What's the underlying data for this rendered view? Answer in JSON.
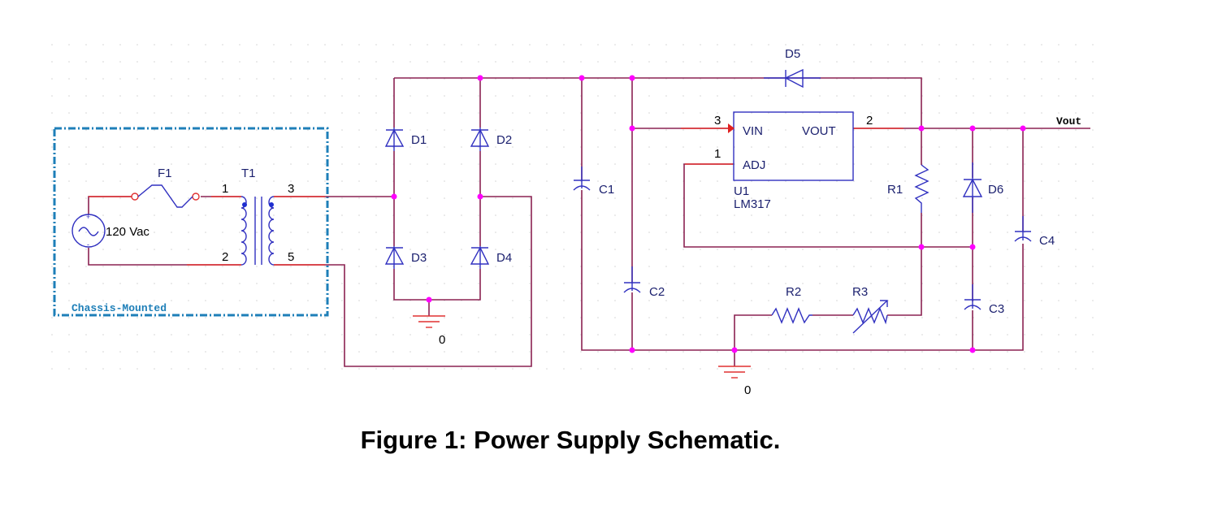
{
  "figure": {
    "caption": "Figure 1: Power Supply Schematic.",
    "colors": {
      "wire": "#8b2252",
      "wire_pin": "#e03030",
      "symbol": "#3030c0",
      "junction": "#ff00ff",
      "boundary": "#1e7fb8",
      "grid": "#d8d8d8"
    }
  },
  "chassis_box": {
    "label": "Chassis-Mounted"
  },
  "components": {
    "source": {
      "value": "120 Vac"
    },
    "fuse": {
      "ref": "F1"
    },
    "transformer": {
      "ref": "T1",
      "pins": [
        "1",
        "2",
        "3",
        "5"
      ]
    },
    "D1": {
      "ref": "D1"
    },
    "D2": {
      "ref": "D2"
    },
    "D3": {
      "ref": "D3"
    },
    "D4": {
      "ref": "D4"
    },
    "D5": {
      "ref": "D5"
    },
    "D6": {
      "ref": "D6"
    },
    "C1": {
      "ref": "C1"
    },
    "C2": {
      "ref": "C2"
    },
    "C3": {
      "ref": "C3"
    },
    "C4": {
      "ref": "C4"
    },
    "R1": {
      "ref": "R1"
    },
    "R2": {
      "ref": "R2"
    },
    "R3": {
      "ref": "R3"
    },
    "U1": {
      "ref": "U1",
      "part": "LM317",
      "pin_vin": "VIN",
      "pin_vout": "VOUT",
      "pin_adj": "ADJ",
      "pin_vin_num": "3",
      "pin_vout_num": "2",
      "pin_adj_num": "1"
    },
    "ground_bridge": {
      "label": "0"
    },
    "ground_reg": {
      "label": "0"
    }
  },
  "nets": {
    "output": "Vout"
  }
}
